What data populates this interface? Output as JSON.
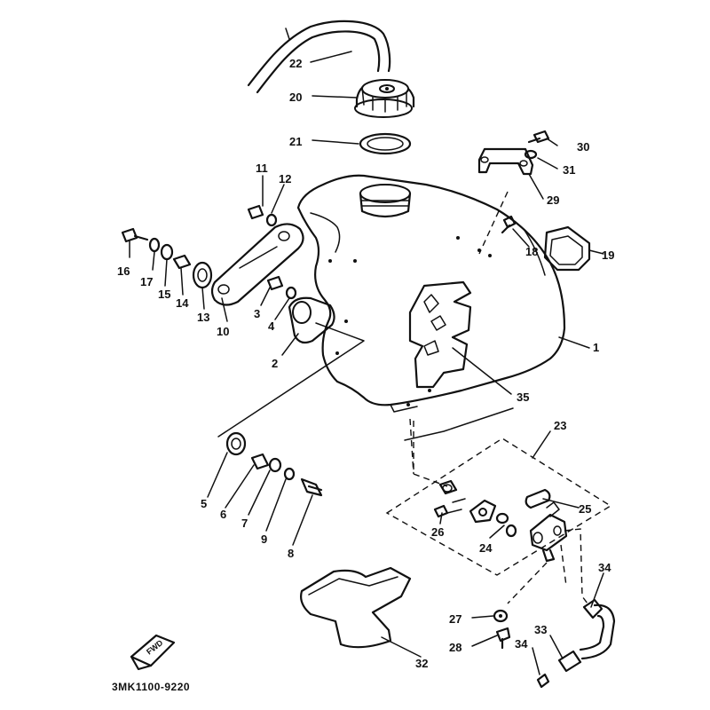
{
  "diagram": {
    "part_code": "3MK1100-9220",
    "fwd_label": "FWD",
    "callouts": [
      "1",
      "2",
      "3",
      "4",
      "5",
      "6",
      "7",
      "8",
      "9",
      "10",
      "11",
      "12",
      "13",
      "14",
      "15",
      "16",
      "17",
      "18",
      "19",
      "20",
      "21",
      "22",
      "23",
      "24",
      "25",
      "26",
      "27",
      "28",
      "29",
      "30",
      "31",
      "32",
      "33",
      "34",
      "34",
      "35"
    ]
  }
}
